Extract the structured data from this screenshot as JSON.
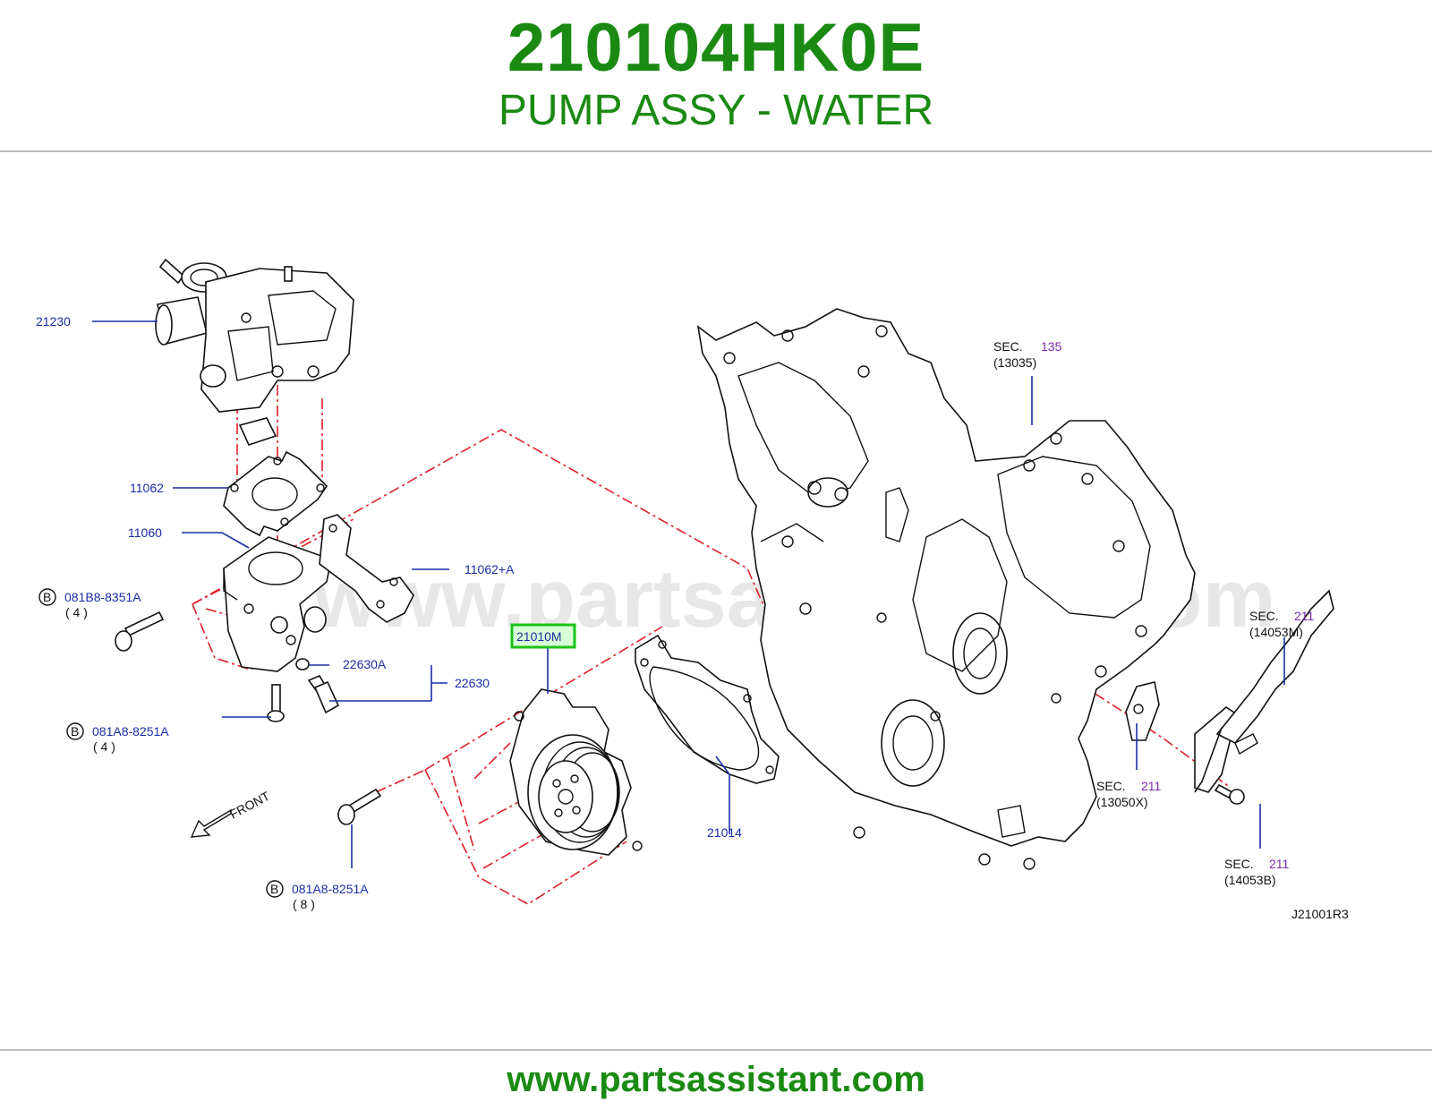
{
  "header": {
    "part_number": "210104HK0E",
    "part_name": "PUMP ASSY - WATER"
  },
  "footer": {
    "url": "www.partsassistant.com"
  },
  "watermark": "www.partsassistant.com",
  "diagram": {
    "code": "J21001R3",
    "callouts": {
      "c21230": "21230",
      "c11062": "11062",
      "c11060": "11060",
      "c11062a": "11062+A",
      "c22630a": "22630A",
      "c22630": "22630",
      "c21010m": "21010M",
      "c21014": "21014",
      "bolt1": "081B8-8351A",
      "bolt1_qty": "( 4 )",
      "bolt2": "081A8-8251A",
      "bolt2_qty": "( 4 )",
      "bolt3": "081A8-8251A",
      "bolt3_qty": "( 8 )",
      "bolt_marker": "B",
      "front": "FRONT",
      "sec_word": "SEC.",
      "sec135_num": "135",
      "sec135_ref": "(13035)",
      "sec211a_num": "211",
      "sec211a_ref": "(14053M)",
      "sec211b_num": "211",
      "sec211b_ref": "(13050X)",
      "sec211c_num": "211",
      "sec211c_ref": "(14053B)"
    }
  },
  "colors": {
    "header_green": "#1a8a12",
    "callout_blue": "#1a2ea8",
    "sec_purple": "#7a2aa8",
    "dash_red": "#e0202a",
    "highlight_green": "#19c419"
  }
}
